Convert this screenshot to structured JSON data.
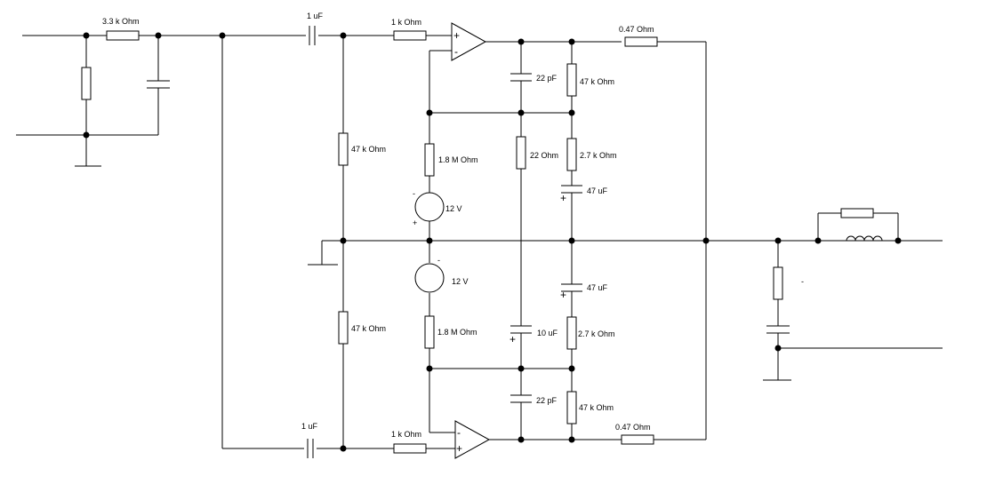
{
  "schematic": {
    "input_stage": {
      "series_resistor": "3.3 k Ohm"
    },
    "upper_amp": {
      "coupling_cap": "1 uF",
      "input_resistor": "1 k Ohm",
      "plus_sign": "+",
      "minus_sign": "-",
      "feedback_cap": "22 pF",
      "feedback_resistor": "47 k Ohm",
      "output_resistor": "0.47  Ohm",
      "ground_cap": "47 uF",
      "ground_cap_polarity": "+",
      "ground_resistor": "2.7 k Ohm",
      "bias_resistor": "1.8 M Ohm",
      "supply": "12 V",
      "supply_minus": "-",
      "supply_plus": "+"
    },
    "middle": {
      "divider_upper": "47 k Ohm",
      "divider_lower": "47 k Ohm",
      "bridge_resistor": "22  Ohm",
      "bridge_cap": "10 uF",
      "bridge_cap_polarity": "+"
    },
    "lower_amp": {
      "coupling_cap": "1 uF",
      "input_resistor": "1 k Ohm",
      "plus_sign": "+",
      "minus_sign": "-",
      "feedback_cap": "22 pF",
      "feedback_resistor": "47 k Ohm",
      "output_resistor": "0.47  Ohm",
      "ground_cap": "47 uF",
      "ground_cap_polarity": "+",
      "ground_resistor": "2.7 k Ohm",
      "bias_resistor": "1.8 M Ohm",
      "supply": "12 V",
      "supply_minus": "-"
    },
    "output_stage": {
      "stray_mark": "-"
    }
  }
}
